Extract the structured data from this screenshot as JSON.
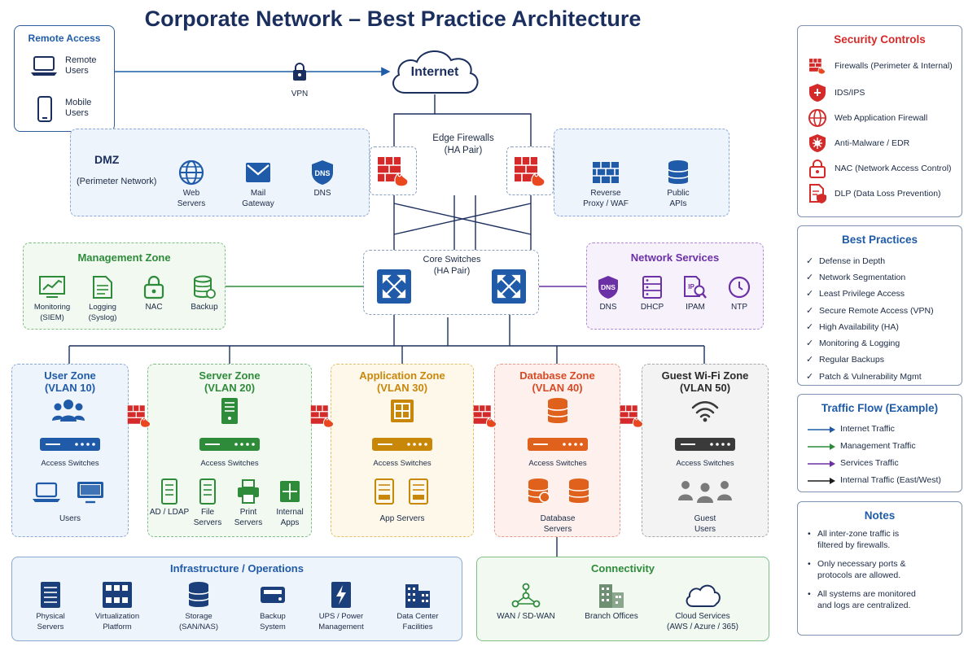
{
  "title": "Corporate Network – Best Practice Architecture",
  "colors": {
    "navy": "#1b2f5e",
    "blue": "#1f5ba8",
    "red": "#d42a2a",
    "green": "#2e8b3a",
    "orange": "#c9870a",
    "purple": "#6b2fa6",
    "gray": "#4a4a4a"
  },
  "remote_access": {
    "heading": "Remote Access",
    "remote_users": "Remote\nUsers",
    "mobile_users": "Mobile\nUsers",
    "vpn": "VPN"
  },
  "internet": "Internet",
  "edge_firewalls": "Edge Firewalls\n(HA Pair)",
  "dmz": {
    "heading": "DMZ",
    "subheading": "(Perimeter Network)",
    "items": [
      "Web\nServers",
      "Mail\nGateway",
      "DNS",
      "Reverse\nProxy / WAF",
      "Public\nAPIs"
    ]
  },
  "core_switches": "Core Switches\n(HA Pair)",
  "management_zone": {
    "heading": "Management Zone",
    "items": [
      "Monitoring\n(SIEM)",
      "Logging\n(Syslog)",
      "NAC",
      "Backup"
    ]
  },
  "network_services": {
    "heading": "Network Services",
    "items": [
      "DNS",
      "DHCP",
      "IPAM",
      "NTP"
    ],
    "dns_badge": "DNS",
    "ipam_badge": "IP"
  },
  "zones": {
    "user": {
      "heading": "User Zone\n(VLAN 10)",
      "switch": "Access Switches",
      "users": "Users"
    },
    "server": {
      "heading": "Server Zone\n(VLAN 20)",
      "switch": "Access Switches",
      "items": [
        "AD / LDAP",
        "File\nServers",
        "Print\nServers",
        "Internal\nApps"
      ]
    },
    "application": {
      "heading": "Application Zone\n(VLAN 30)",
      "switch": "Access Switches",
      "servers": "App Servers"
    },
    "database": {
      "heading": "Database Zone\n(VLAN 40)",
      "switch": "Access Switches",
      "servers": "Database\nServers"
    },
    "guest": {
      "heading": "Guest Wi-Fi Zone\n(VLAN 50)",
      "switch": "Access Switches",
      "users": "Guest\nUsers"
    }
  },
  "infrastructure": {
    "heading": "Infrastructure / Operations",
    "items": [
      "Physical\nServers",
      "Virtualization\nPlatform",
      "Storage\n(SAN/NAS)",
      "Backup\nSystem",
      "UPS / Power\nManagement",
      "Data Center\nFacilities"
    ]
  },
  "connectivity": {
    "heading": "Connectivity",
    "items": [
      "WAN / SD-WAN",
      "Branch Offices",
      "Cloud Services\n(AWS / Azure / 365)"
    ]
  },
  "security_controls": {
    "heading": "Security Controls",
    "items": [
      "Firewalls (Perimeter & Internal)",
      "IDS/IPS",
      "Web Application Firewall",
      "Anti-Malware / EDR",
      "NAC (Network Access Control)",
      "DLP (Data Loss Prevention)"
    ]
  },
  "best_practices": {
    "heading": "Best Practices",
    "items": [
      "Defense in Depth",
      "Network Segmentation",
      "Least Privilege Access",
      "Secure Remote Access (VPN)",
      "High Availability (HA)",
      "Monitoring & Logging",
      "Regular Backups",
      "Patch & Vulnerability Mgmt"
    ]
  },
  "traffic_flow": {
    "heading": "Traffic Flow (Example)",
    "items": [
      {
        "label": "Internet Traffic",
        "color": "#1f5ba8"
      },
      {
        "label": "Management Traffic",
        "color": "#2e8b3a"
      },
      {
        "label": "Services Traffic",
        "color": "#6b2fa6"
      },
      {
        "label": "Internal Traffic (East/West)",
        "color": "#1b1b1b"
      }
    ]
  },
  "notes": {
    "heading": "Notes",
    "items": [
      "All inter-zone traffic is\nfiltered by firewalls.",
      "Only necessary ports &\nprotocols are allowed.",
      "All systems are monitored\nand logs are centralized."
    ]
  }
}
